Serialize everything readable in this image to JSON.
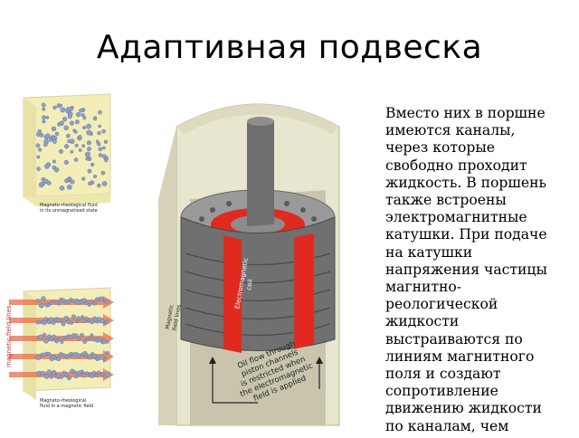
{
  "slide": {
    "title": "Адаптивная подвеска",
    "text_lines": [
      "Вместо них в поршне",
      "имеются каналы,",
      "через которые",
      "свободно проходит",
      "жидкость. В поршень",
      "также встроены",
      "электромагнитные",
      "катушки. При подаче",
      "на катушки",
      "напряжения частицы",
      "магнитно-",
      "реологической",
      "жидкости",
      "выстраиваются по",
      "линиям магнитного",
      "поля и создают",
      "сопротивление",
      "движению жидкости",
      "по каналам, чем"
    ]
  },
  "figure": {
    "caption_unmagnetised": [
      "Magneto-rheological fluid",
      "in its unmagnetised state"
    ],
    "caption_magnetic": [
      "Magneto-rheological",
      "fluid in a magnetic field"
    ],
    "label_field_lines": "magnetic field lines",
    "label_coil": [
      "Electromagnetic",
      "coil"
    ],
    "label_magnetic_field_lines": [
      "Magnetic",
      "field lines"
    ],
    "label_oil_flow": [
      "Oil flow through",
      "piston channels",
      "is restricted when",
      "the electromagnetic",
      "field is applied"
    ],
    "colors": {
      "coil": "#e02a20",
      "cylinder": "#e9e6cf",
      "fluid_panel": "#f3eeb8",
      "particle": "#8fa0c8"
    }
  }
}
